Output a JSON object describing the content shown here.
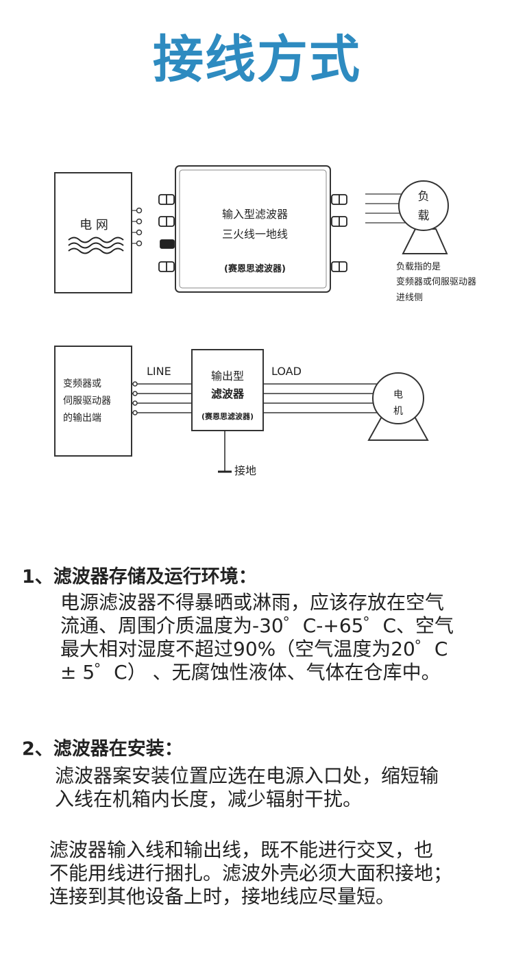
{
  "title": "接线方式",
  "diagram1": {
    "grid_label": "电 网",
    "filter_line1": "输入型滤波器",
    "filter_line2": "三火线一地线",
    "filter_brand": "(赛恩思滤波器)",
    "load_char1": "负",
    "load_char2": "载",
    "load_note_line1": "负载指的是",
    "load_note_line2": "变频器或伺服驱动器",
    "load_note_line3": "进线侧"
  },
  "diagram2": {
    "source_line1": "变频器或",
    "source_line2": "伺服驱动器",
    "source_line3": "的输出端",
    "line_label": "LINE",
    "load_label": "LOAD",
    "filter_line1": "输出型",
    "filter_line2": "滤波器",
    "filter_brand": "(赛恩思滤波器)",
    "motor_char1": "电",
    "motor_char2": "机",
    "ground_label": "接地"
  },
  "sections": [
    {
      "heading": "1、滤波器存储及运行环境：",
      "lines": [
        "电源滤波器不得暴晒或淋雨，应该存放在空气",
        "流通、周围介质温度为-30゜C-+65゜C、空气",
        "最大相对湿度不超过90%（空气温度为20゜C",
        "± 5゜C） 、无腐蚀性液体、气体在仓库中。"
      ]
    },
    {
      "heading": "2、滤波器在安装：",
      "lines": [
        "滤波器案安装位置应选在电源入口处，缩短输",
        "入线在机箱内长度，减少辐射干扰。"
      ],
      "paragraph2": [
        "滤波器输入线和输出线，既不能进行交叉，也",
        "不能用线进行捆扎。滤波外壳必须大面积接地；",
        "连接到其他设备上时，接地线应尽量短。"
      ]
    }
  ]
}
